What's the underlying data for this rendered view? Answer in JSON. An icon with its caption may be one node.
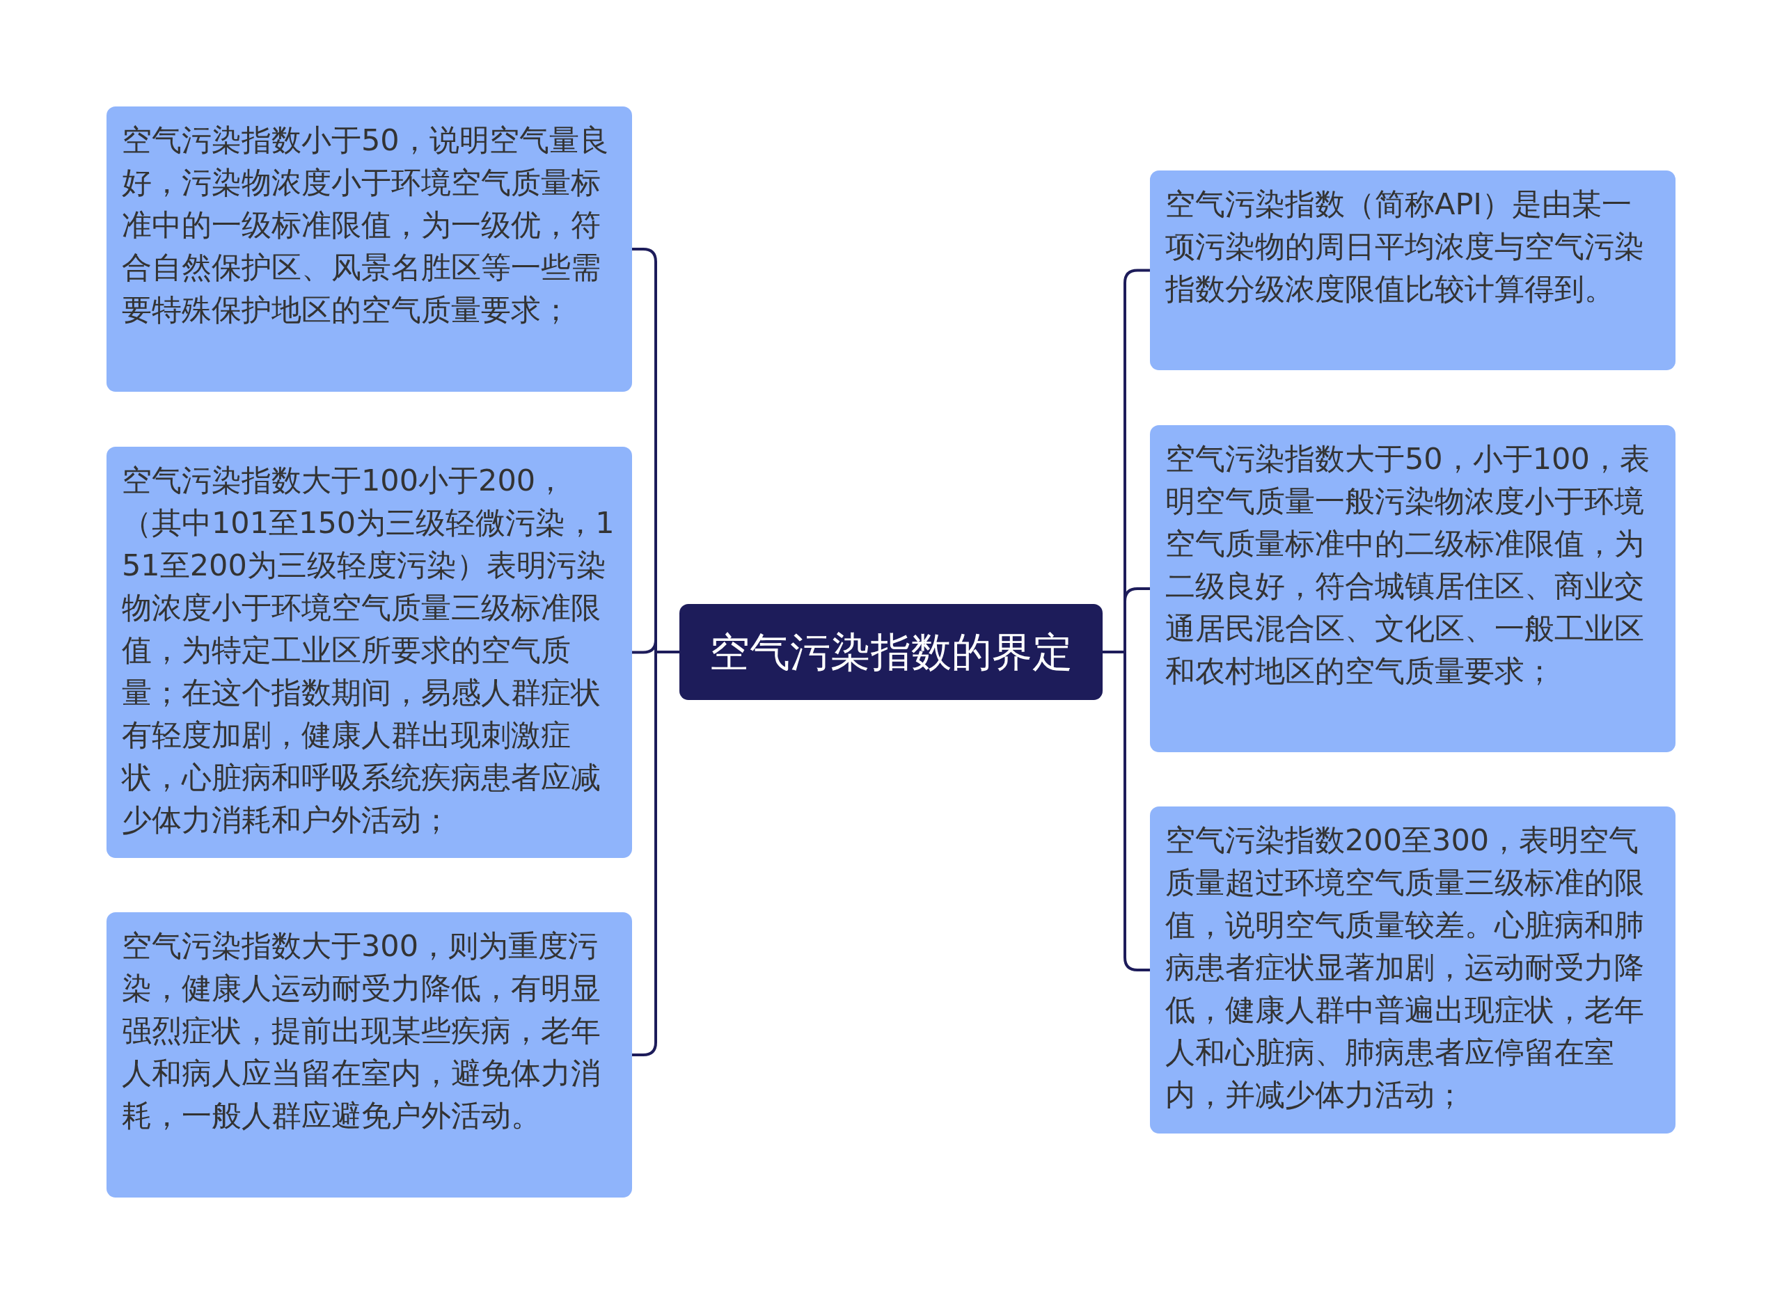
{
  "diagram": {
    "nodes": [
      {
        "text": [
          "空气污染指数的界定"
        ]
      },
      {
        "text": [
          "空气污染指数小于50，说明空气量良好，污染物浓度小于环境空气质量标准中的一级标准限值，为一级优，符合自然保护区、风景名胜区等一些需要特殊保护地区的空气质量要求；"
        ]
      },
      {
        "text": [
          "空气污染指数大于100小于200，（其中101至150为三级轻微污染，151至200为三级轻度污染）表明污染物浓度小于环境空气质量三级标准限值，为特定工业区所要求的空气质量；在这个指数期间，易感人群症状有轻度加剧，健康人群出现刺激症状，心脏病和呼吸系统疾病患者应减少体力消耗和户外活动；"
        ]
      },
      {
        "text": [
          "空气污染指数大于300，则为重度污染，健康人运动耐受力降低，有明显强烈症状，提前出现某些疾病，老年人和病人应当留在室内，避免体力消耗，一般人群应避免户外活动。"
        ]
      },
      {
        "text": [
          "空气污染指数（简称API）是由某一项污染物的周日平均浓度与空气污染指数分级浓度限值比较计算得到。"
        ]
      },
      {
        "text": [
          "空气污染指数大于50，小于100，表明空气质量一般污染物浓度小于环境空气质量标准中的二级标准限值，为二级良好，符合城镇居住区、商业交通居民混合区、文化区、一般工业区和农村地区的空气质量要求；"
        ]
      },
      {
        "text": [
          "空气污染指数200至300，表明空气质量超过环境空气质量三级标准的限值，说明空气质量较差。心脏病和肺病患者症状显著加剧，运动耐受力降低，健康人群中普遍出现症状，老年人和心脏病、肺病患者应停留在室内，并减少体力活动；"
        ]
      }
    ],
    "edges": [
      {
        "from": 0,
        "to": 1,
        "arrow": "none"
      },
      {
        "from": 0,
        "to": 2,
        "arrow": "none"
      },
      {
        "from": 0,
        "to": 3,
        "arrow": "none"
      },
      {
        "from": 0,
        "to": 4,
        "arrow": "none"
      },
      {
        "from": 0,
        "to": 5,
        "arrow": "none"
      },
      {
        "from": 0,
        "to": 6,
        "arrow": "none"
      }
    ]
  }
}
